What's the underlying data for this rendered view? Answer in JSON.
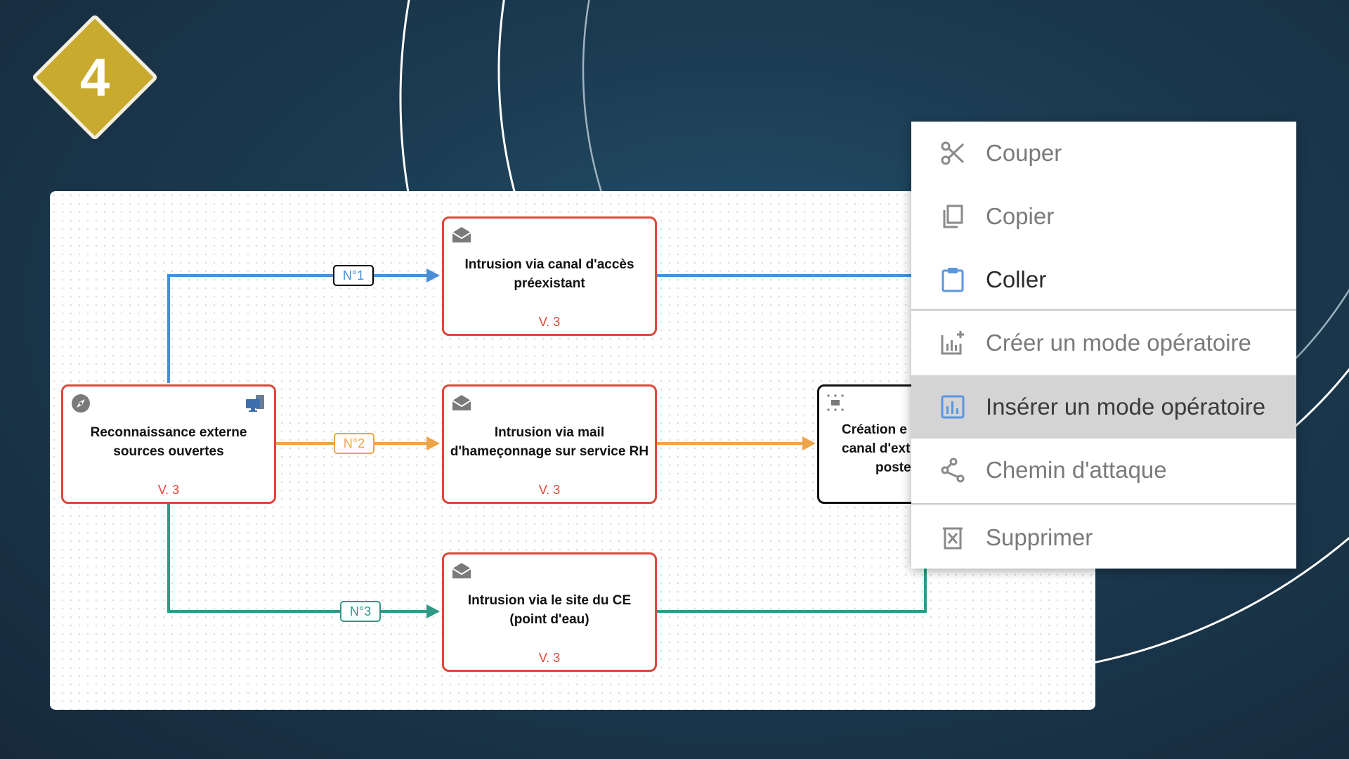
{
  "step": {
    "number": "4"
  },
  "colors": {
    "badge": "#c8ab2e",
    "node_border_red": "#e0463a",
    "route_1": "#4a8fd6",
    "route_2": "#eda448",
    "route_3": "#2f9986",
    "menu_highlight": "#d4d4d4",
    "menu_icon_active": "#5a96de"
  },
  "diagram": {
    "nodes": [
      {
        "id": "recon",
        "title_line1": "Reconnaissance externe",
        "title_line2": "sources ouvertes",
        "version": "V. 3",
        "icons": [
          "compass-icon",
          "devices-icon"
        ]
      },
      {
        "id": "intrusion-1",
        "title_line1": "Intrusion via canal d'accès",
        "title_line2": "préexistant",
        "version": "V. 3",
        "icons": [
          "envelope-icon"
        ]
      },
      {
        "id": "intrusion-2",
        "title_line1": "Intrusion via mail",
        "title_line2": "d'hameçonnage sur service RH",
        "version": "V. 3",
        "icons": [
          "envelope-icon"
        ]
      },
      {
        "id": "intrusion-3",
        "title_line1": "Intrusion via le site du CE",
        "title_line2": "(point d'eau)",
        "version": "V. 3",
        "icons": [
          "envelope-icon"
        ]
      },
      {
        "id": "creation",
        "title_line1": "Création e",
        "title_line2": "canal d'ext",
        "title_line3": "poste",
        "icons": [
          "network-icon"
        ]
      }
    ],
    "routes": [
      {
        "label": "N°1",
        "color": "#4a8fd6"
      },
      {
        "label": "N°2",
        "color": "#eda448"
      },
      {
        "label": "N°3",
        "color": "#2f9986"
      }
    ]
  },
  "context_menu": {
    "items": [
      {
        "label": "Couper",
        "icon": "scissors-icon",
        "enabled": false
      },
      {
        "label": "Copier",
        "icon": "copy-icon",
        "enabled": false
      },
      {
        "label": "Coller",
        "icon": "clipboard-icon",
        "enabled": true
      },
      {
        "label": "Créer un mode opératoire",
        "icon": "chart-add-icon",
        "enabled": false
      },
      {
        "label": "Insérer un mode opératoire",
        "icon": "chart-icon",
        "enabled": true,
        "highlighted": true
      },
      {
        "label": "Chemin d'attaque",
        "icon": "share-path-icon",
        "enabled": false
      },
      {
        "label": "Supprimer",
        "icon": "delete-icon",
        "enabled": false
      }
    ]
  }
}
